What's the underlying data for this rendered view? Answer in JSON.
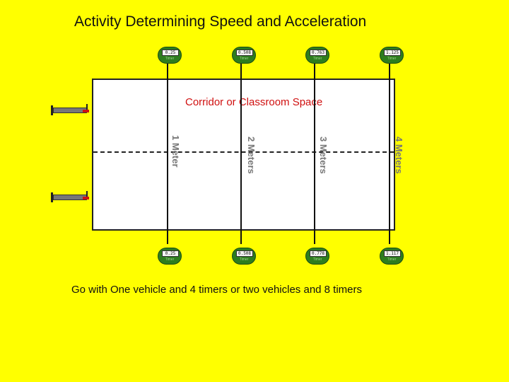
{
  "title": "Activity Determining Speed and Acceleration",
  "room_label": "Corridor or Classroom Space",
  "distance_labels": [
    "1 Meter",
    "2 Meters",
    "3 Meters",
    "4 Meters"
  ],
  "top_timers": [
    {
      "reading": "0.25",
      "label": "Timer"
    },
    {
      "reading": "0.508",
      "label": "Timer"
    },
    {
      "reading": "0.763",
      "label": "Timer"
    },
    {
      "reading": "1.125",
      "label": "Timer"
    }
  ],
  "bottom_timers": [
    {
      "reading": "0.25",
      "label": "Timer"
    },
    {
      "reading": "0.508",
      "label": "Timer"
    },
    {
      "reading": "0.778",
      "label": "Timer"
    },
    {
      "reading": "1.117",
      "label": "Timer"
    }
  ],
  "caption": "Go with One vehicle and 4 timers or two vehicles and 8 timers",
  "colors": {
    "background": "#FFFF00",
    "room_label": "#d01010",
    "timer": "#2e7d1e"
  }
}
